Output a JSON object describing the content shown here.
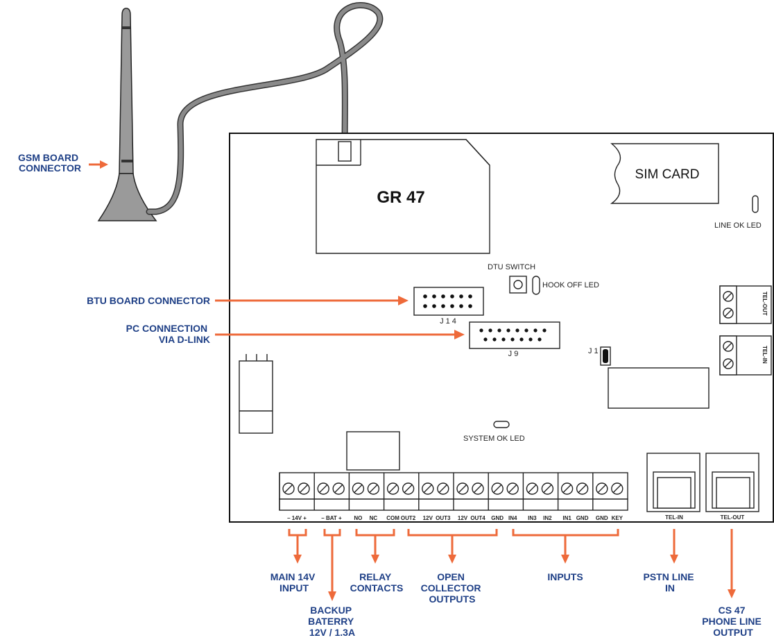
{
  "colors": {
    "accent": "#ee6a3a",
    "label_text": "#1e3f86",
    "cable": "#8a8a8a"
  },
  "board": {
    "module_label": "GR 47",
    "sim_label": "SIM CARD",
    "line_ok_led": "LINE OK LED",
    "dtu_switch": "DTU SWITCH",
    "hook_off_led": "HOOK OFF LED",
    "system_ok_led": "SYSTEM OK LED",
    "j14": "J 1 4",
    "j9": "J 9",
    "j1": "J 1",
    "tel_out_side": "TEL-OUT",
    "tel_in_side": "TEL-IN",
    "tel_in_port": "TEL-IN",
    "tel_out_port": "TEL-OUT",
    "terminal_labels": [
      "– 14V +",
      "– BAT +",
      "NO",
      "NC",
      "COM",
      "OUT2",
      "12V",
      "OUT3",
      "12V",
      "OUT4",
      "GND",
      "IN4",
      "IN3",
      "IN2",
      "IN1",
      "GND",
      "GND",
      "KEY"
    ]
  },
  "callouts": {
    "gsm_board_connector": [
      "GSM BOARD",
      "CONNECTOR"
    ],
    "btu_board_connector": "BTU BOARD CONNECTOR",
    "pc_connection": [
      "PC CONNECTION",
      "VIA D-LINK"
    ],
    "main_input": [
      "MAIN 14V",
      "INPUT"
    ],
    "backup_battery": [
      "BACKUP",
      "BATERRY",
      "12V / 1.3A"
    ],
    "relay_contacts": [
      "RELAY",
      "CONTACTS"
    ],
    "open_collector": [
      "OPEN",
      "COLLECTOR",
      "OUTPUTS"
    ],
    "inputs": "INPUTS",
    "pstn_line": [
      "PSTN LINE",
      "IN"
    ],
    "cs47_output": [
      "CS 47",
      "PHONE LINE",
      "OUTPUT"
    ]
  }
}
